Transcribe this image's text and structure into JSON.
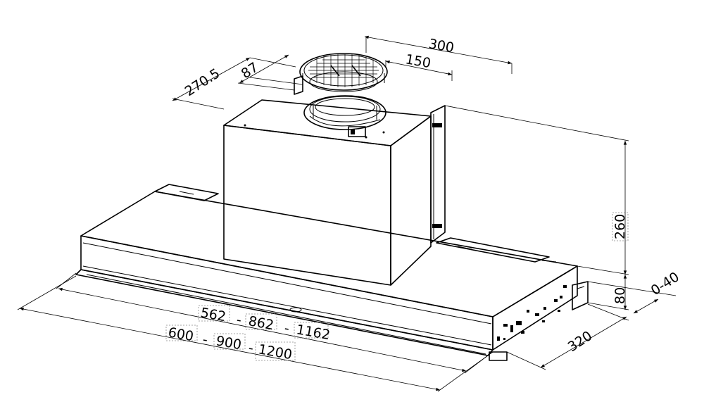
{
  "dimensions": {
    "top_width": "300",
    "duct_diameter": "150",
    "depth_270": "270.5",
    "offset_87": "87",
    "chimney_height": "260",
    "body_height": "80",
    "adjust_range": "0-40",
    "depth_320": "320",
    "inner_widths": [
      "562",
      "862",
      "1162"
    ],
    "outer_widths": [
      "600",
      "900",
      "1200"
    ],
    "separator": "-"
  }
}
